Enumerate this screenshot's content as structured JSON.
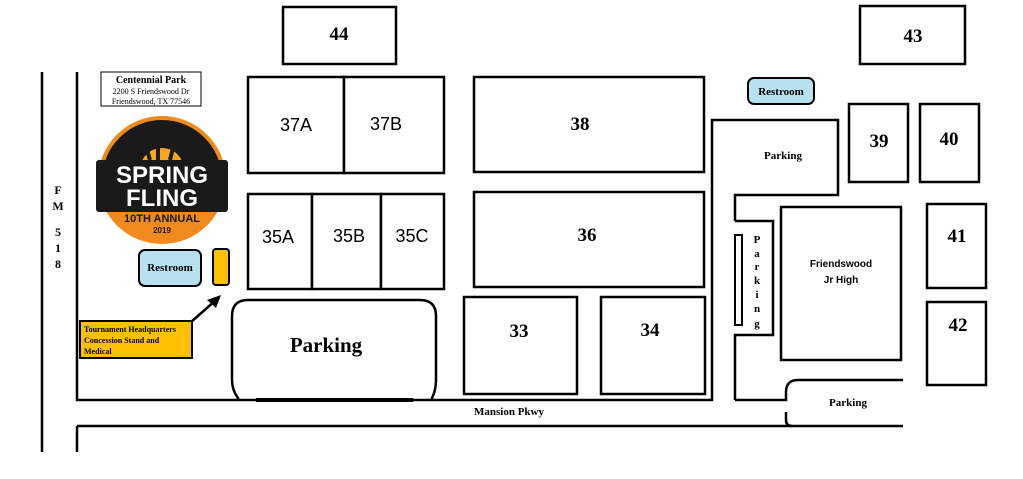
{
  "park": {
    "name": "Centennial Park",
    "address_line1": "2200 S Friendswood Dr",
    "address_line2": "Friendswood, TX 77546"
  },
  "logo": {
    "word1": "SPRING",
    "word2": "FLING",
    "edition": "10TH ANNUAL",
    "year": "2019"
  },
  "roads": {
    "fm518_chars": [
      "F",
      "M",
      "5",
      "1",
      "8"
    ],
    "mansion": "Mansion Pkwy"
  },
  "fields": {
    "f44": "44",
    "f43": "43",
    "f37a": "37A",
    "f37b": "37B",
    "f38": "38",
    "f39": "39",
    "f40": "40",
    "f35a": "35A",
    "f35b": "35B",
    "f35c": "35C",
    "f36": "36",
    "f41": "41",
    "f33": "33",
    "f34": "34",
    "f42": "42"
  },
  "labels": {
    "restroom_top": "Restroom",
    "restroom_left": "Restroom",
    "parking_main": "Parking",
    "parking_upper_right": "Parking",
    "parking_lower_right": "Parking",
    "parking_vertical_chars": [
      "P",
      "a",
      "r",
      "k",
      "i",
      "n",
      "g"
    ],
    "school_line1": "Friendswood",
    "school_line2": "Jr High",
    "hq_line1": "Tournament Headquarters",
    "hq_line2": "Concession Stand and",
    "hq_line3": "Medical"
  },
  "colors": {
    "restroom": "#b7e1ee",
    "headquarters": "#ffc000",
    "logo_orange": "#f08a1c",
    "logo_dark": "#1a1a1a"
  }
}
